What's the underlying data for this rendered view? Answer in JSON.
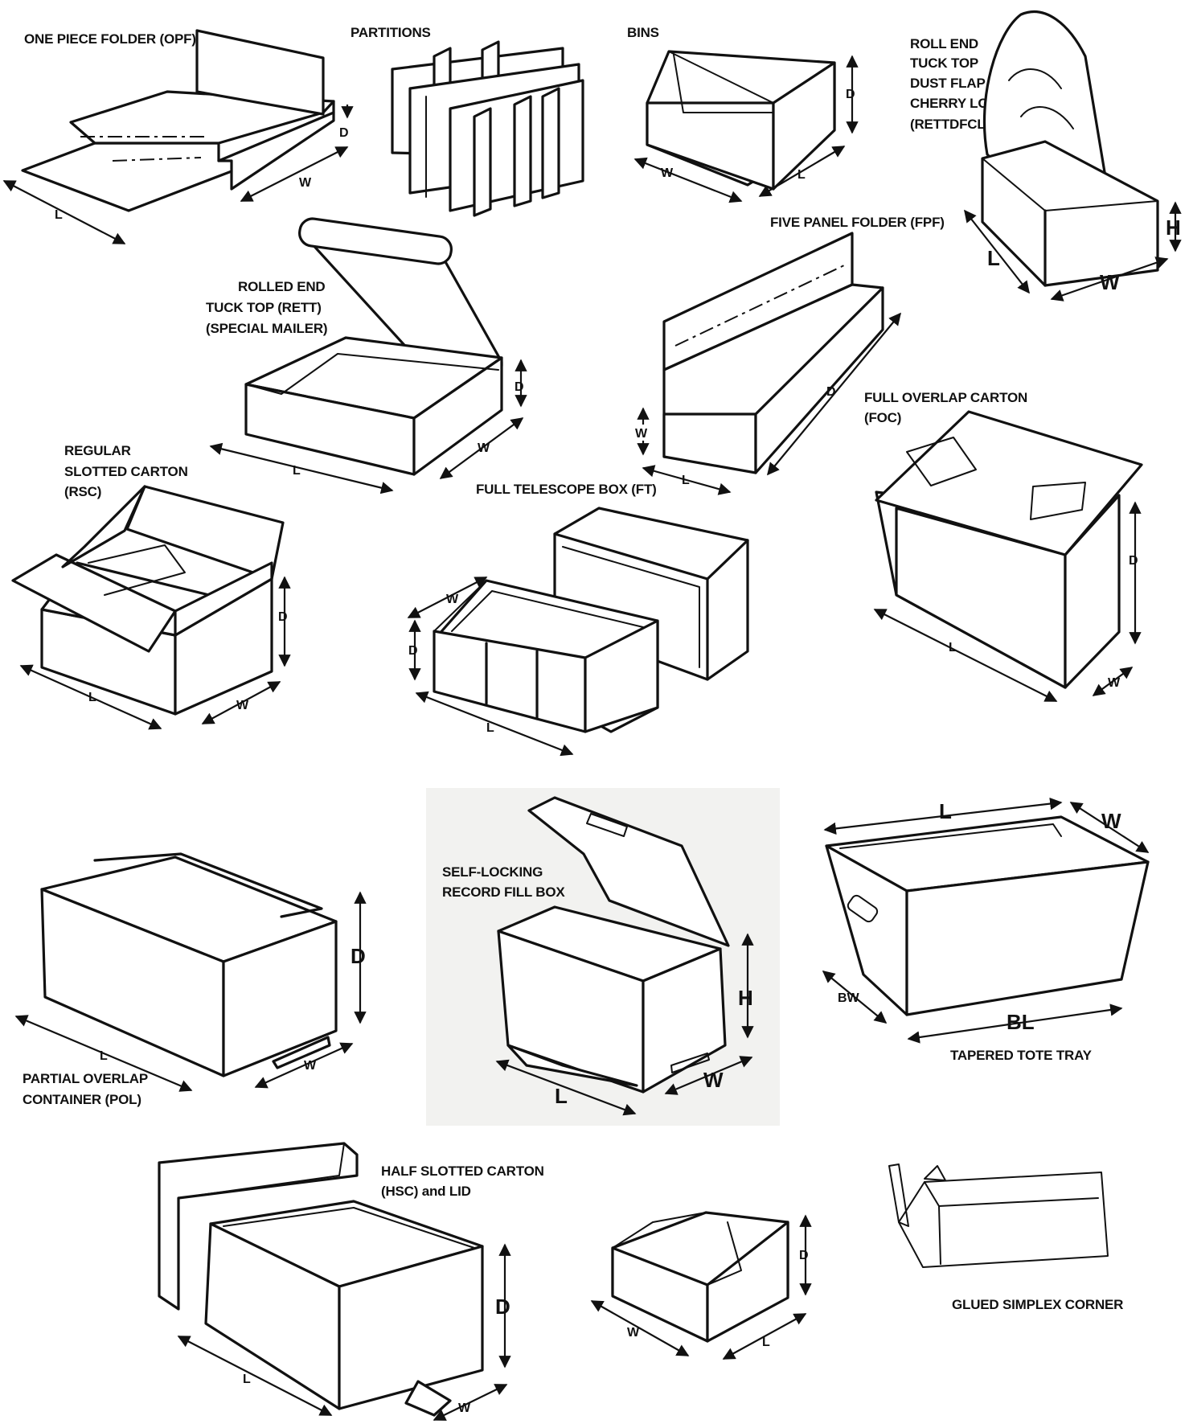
{
  "labels": {
    "opf": "ONE PIECE FOLDER  (OPF)",
    "partitions": "PARTITIONS",
    "bins": "BINS",
    "rettdfcl": [
      "ROLL END",
      "TUCK TOP",
      "DUST FLAP",
      "CHERRY LOCK",
      "(RETTDFCL)"
    ],
    "rett": [
      "ROLLED END",
      "TUCK TOP  (RETT)",
      "(SPECIAL MAILER)"
    ],
    "fpf": "FIVE PANEL FOLDER  (FPF)",
    "foc": [
      "FULL OVERLAP CARTON",
      "(FOC)"
    ],
    "rsc": [
      "REGULAR",
      "SLOTTED CARTON",
      "(RSC)"
    ],
    "ft": "FULL TELESCOPE BOX  (FT)",
    "record": [
      "SELF-LOCKING",
      "RECORD FILL BOX"
    ],
    "pol": [
      "PARTIAL OVERLAP",
      "CONTAINER  (POL)"
    ],
    "tote": "TAPERED TOTE TRAY",
    "hsc": [
      "HALF SLOTTED CARTON",
      "(HSC) and LID"
    ],
    "simplex": "GLUED SIMPLEX CORNER"
  },
  "dims": {
    "L": "L",
    "W": "W",
    "D": "D",
    "H": "H",
    "BW": "BW",
    "BL": "BL"
  },
  "colors": {
    "ink": "#111111",
    "paper": "#ffffff"
  }
}
